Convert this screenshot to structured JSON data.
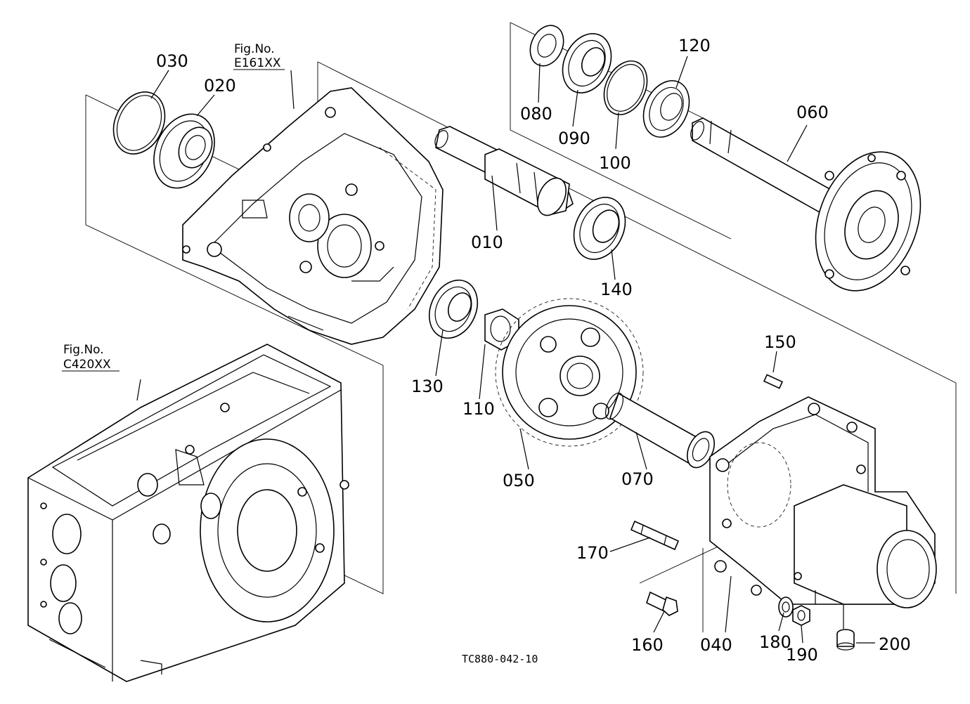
{
  "figure_refs": [
    {
      "line1": "Fig.No.",
      "line2": "E161XX"
    },
    {
      "line1": "Fig.No.",
      "line2": "C420XX"
    }
  ],
  "parts": {
    "p010": "010",
    "p020": "020",
    "p030": "030",
    "p040": "040",
    "p050": "050",
    "p060": "060",
    "p070": "070",
    "p080": "080",
    "p090": "090",
    "p100": "100",
    "p110": "110",
    "p120": "120",
    "p130": "130",
    "p140": "140",
    "p150": "150",
    "p160": "160",
    "p170": "170",
    "p180": "180",
    "p190": "190",
    "p200": "200"
  },
  "drawing_code": "TC880-042-10"
}
